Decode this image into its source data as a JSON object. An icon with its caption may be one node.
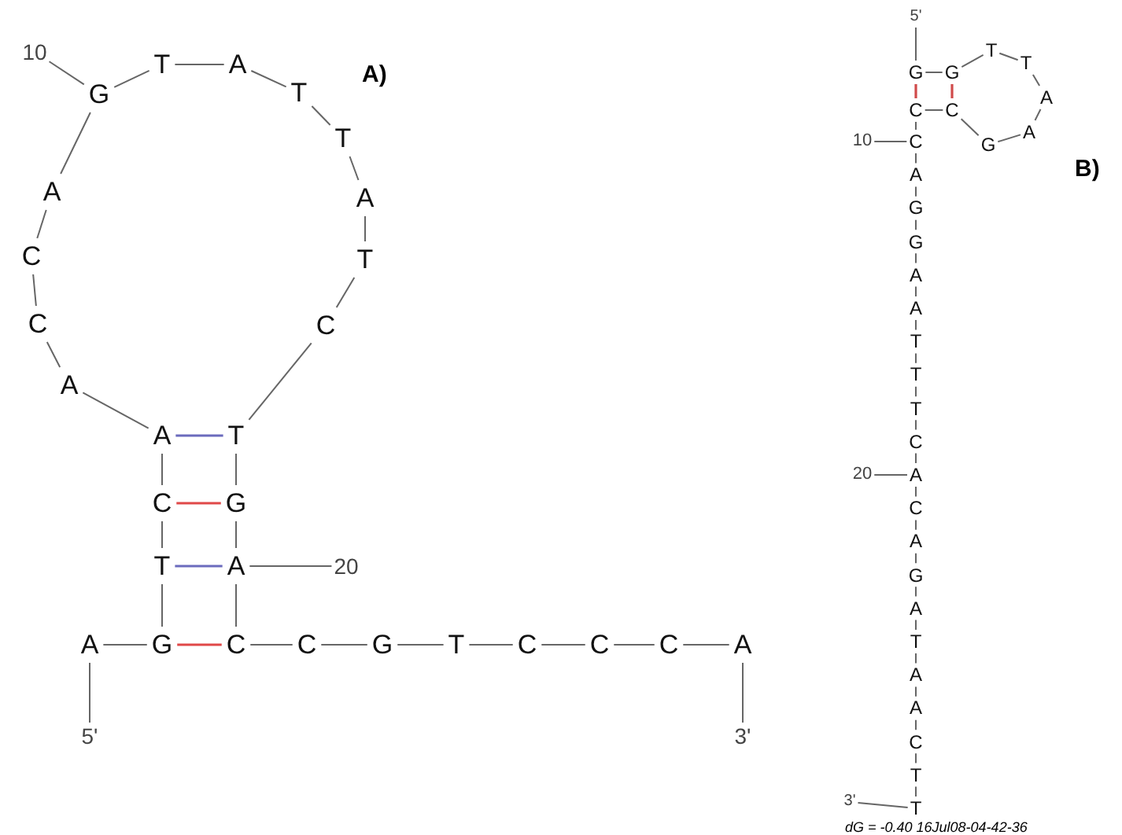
{
  "diagram": {
    "nodes": [
      {
        "text": [
          "A"
        ]
      },
      {
        "text": [
          "G"
        ]
      },
      {
        "text": [
          "T"
        ]
      },
      {
        "text": [
          "C"
        ]
      },
      {
        "text": [
          "A"
        ]
      },
      {
        "text": [
          "A"
        ]
      },
      {
        "text": [
          "C"
        ]
      },
      {
        "text": [
          "C"
        ]
      },
      {
        "text": [
          "A"
        ]
      },
      {
        "text": [
          "G"
        ]
      },
      {
        "text": [
          "T"
        ]
      },
      {
        "text": [
          "A"
        ]
      },
      {
        "text": [
          "T"
        ]
      },
      {
        "text": [
          "T"
        ]
      },
      {
        "text": [
          "A"
        ]
      },
      {
        "text": [
          "T"
        ]
      },
      {
        "text": [
          "C"
        ]
      },
      {
        "text": [
          "T"
        ]
      },
      {
        "text": [
          "G"
        ]
      },
      {
        "text": [
          "A"
        ]
      },
      {
        "text": [
          "C"
        ]
      },
      {
        "text": [
          "C"
        ]
      },
      {
        "text": [
          "G"
        ]
      },
      {
        "text": [
          "T"
        ]
      },
      {
        "text": [
          "C"
        ]
      },
      {
        "text": [
          "C"
        ]
      },
      {
        "text": [
          "C"
        ]
      },
      {
        "text": [
          "A"
        ]
      },
      {
        "text": [
          "10"
        ]
      },
      {
        "text": [
          "20"
        ]
      },
      {
        "text": [
          "5'"
        ]
      },
      {
        "text": [
          "3'"
        ]
      },
      {
        "text": [
          "G"
        ]
      },
      {
        "text": [
          "G"
        ]
      },
      {
        "text": [
          "T"
        ]
      },
      {
        "text": [
          "T"
        ]
      },
      {
        "text": [
          "A"
        ]
      },
      {
        "text": [
          "A"
        ]
      },
      {
        "text": [
          "G"
        ]
      },
      {
        "text": [
          "C"
        ]
      },
      {
        "text": [
          "C"
        ]
      },
      {
        "text": [
          "C"
        ]
      },
      {
        "text": [
          "A"
        ]
      },
      {
        "text": [
          "G"
        ]
      },
      {
        "text": [
          "G"
        ]
      },
      {
        "text": [
          "A"
        ]
      },
      {
        "text": [
          "A"
        ]
      },
      {
        "text": [
          "T"
        ]
      },
      {
        "text": [
          "T"
        ]
      },
      {
        "text": [
          "T"
        ]
      },
      {
        "text": [
          "C"
        ]
      },
      {
        "text": [
          "A"
        ]
      },
      {
        "text": [
          "C"
        ]
      },
      {
        "text": [
          "A"
        ]
      },
      {
        "text": [
          "G"
        ]
      },
      {
        "text": [
          "A"
        ]
      },
      {
        "text": [
          "T"
        ]
      },
      {
        "text": [
          "A"
        ]
      },
      {
        "text": [
          "A"
        ]
      },
      {
        "text": [
          "C"
        ]
      },
      {
        "text": [
          "T"
        ]
      },
      {
        "text": [
          "T"
        ]
      },
      {
        "text": [
          "5'"
        ]
      },
      {
        "text": [
          "10"
        ]
      },
      {
        "text": [
          "20"
        ]
      },
      {
        "text": [
          "3'"
        ]
      }
    ],
    "edges": [
      {
        "from": 0,
        "to": 1,
        "arrow": "none"
      },
      {
        "from": 1,
        "to": 2,
        "arrow": "none"
      },
      {
        "from": 2,
        "to": 3,
        "arrow": "none"
      },
      {
        "from": 3,
        "to": 4,
        "arrow": "none"
      },
      {
        "from": 4,
        "to": 5,
        "arrow": "none"
      },
      {
        "from": 5,
        "to": 6,
        "arrow": "none"
      },
      {
        "from": 6,
        "to": 7,
        "arrow": "none"
      },
      {
        "from": 7,
        "to": 8,
        "arrow": "none"
      },
      {
        "from": 8,
        "to": 9,
        "arrow": "none"
      },
      {
        "from": 9,
        "to": 10,
        "arrow": "none"
      },
      {
        "from": 10,
        "to": 11,
        "arrow": "none"
      },
      {
        "from": 11,
        "to": 12,
        "arrow": "none"
      },
      {
        "from": 12,
        "to": 13,
        "arrow": "none"
      },
      {
        "from": 13,
        "to": 14,
        "arrow": "none"
      },
      {
        "from": 14,
        "to": 15,
        "arrow": "none"
      },
      {
        "from": 15,
        "to": 16,
        "arrow": "none"
      },
      {
        "from": 16,
        "to": 17,
        "arrow": "none"
      },
      {
        "from": 17,
        "to": 18,
        "arrow": "none"
      },
      {
        "from": 18,
        "to": 19,
        "arrow": "none"
      },
      {
        "from": 19,
        "to": 20,
        "arrow": "none"
      },
      {
        "from": 20,
        "to": 21,
        "arrow": "none"
      },
      {
        "from": 21,
        "to": 22,
        "arrow": "none"
      },
      {
        "from": 22,
        "to": 23,
        "arrow": "none"
      },
      {
        "from": 23,
        "to": 24,
        "arrow": "none"
      },
      {
        "from": 24,
        "to": 25,
        "arrow": "none"
      },
      {
        "from": 25,
        "to": 26,
        "arrow": "none"
      },
      {
        "from": 26,
        "to": 27,
        "arrow": "none"
      },
      {
        "from": 4,
        "to": 17,
        "arrow": "none",
        "color": "#6b6bbd"
      },
      {
        "from": 3,
        "to": 18,
        "arrow": "none",
        "color": "#e04848"
      },
      {
        "from": 2,
        "to": 19,
        "arrow": "none",
        "color": "#6b6bbd"
      },
      {
        "from": 1,
        "to": 20,
        "arrow": "none",
        "color": "#e04848"
      },
      {
        "from": 28,
        "to": 9,
        "arrow": "none"
      },
      {
        "from": 29,
        "to": 19,
        "arrow": "none"
      },
      {
        "from": 30,
        "to": 0,
        "arrow": "none"
      },
      {
        "from": 31,
        "to": 27,
        "arrow": "none"
      },
      {
        "from": 32,
        "to": 33,
        "arrow": "none"
      },
      {
        "from": 33,
        "to": 34,
        "arrow": "none"
      },
      {
        "from": 34,
        "to": 35,
        "arrow": "none"
      },
      {
        "from": 35,
        "to": 36,
        "arrow": "none"
      },
      {
        "from": 36,
        "to": 37,
        "arrow": "none"
      },
      {
        "from": 37,
        "to": 38,
        "arrow": "none"
      },
      {
        "from": 38,
        "to": 39,
        "arrow": "none"
      },
      {
        "from": 39,
        "to": 40,
        "arrow": "none"
      },
      {
        "from": 40,
        "to": 41,
        "arrow": "none"
      },
      {
        "from": 41,
        "to": 42,
        "arrow": "none"
      },
      {
        "from": 42,
        "to": 43,
        "arrow": "none"
      },
      {
        "from": 43,
        "to": 44,
        "arrow": "none"
      },
      {
        "from": 44,
        "to": 45,
        "arrow": "none"
      },
      {
        "from": 45,
        "to": 46,
        "arrow": "none"
      },
      {
        "from": 46,
        "to": 47,
        "arrow": "none"
      },
      {
        "from": 47,
        "to": 48,
        "arrow": "none"
      },
      {
        "from": 48,
        "to": 49,
        "arrow": "none"
      },
      {
        "from": 49,
        "to": 50,
        "arrow": "none"
      },
      {
        "from": 50,
        "to": 51,
        "arrow": "none"
      },
      {
        "from": 51,
        "to": 52,
        "arrow": "none"
      },
      {
        "from": 52,
        "to": 53,
        "arrow": "none"
      },
      {
        "from": 53,
        "to": 54,
        "arrow": "none"
      },
      {
        "from": 54,
        "to": 55,
        "arrow": "none"
      },
      {
        "from": 55,
        "to": 56,
        "arrow": "none"
      },
      {
        "from": 56,
        "to": 57,
        "arrow": "none"
      },
      {
        "from": 57,
        "to": 58,
        "arrow": "none"
      },
      {
        "from": 58,
        "to": 59,
        "arrow": "none"
      },
      {
        "from": 59,
        "to": 60,
        "arrow": "none"
      },
      {
        "from": 60,
        "to": 61,
        "arrow": "none"
      },
      {
        "from": 32,
        "to": 40,
        "arrow": "none",
        "color": "#d04a4a"
      },
      {
        "from": 33,
        "to": 39,
        "arrow": "none",
        "color": "#d04a4a"
      },
      {
        "from": 62,
        "to": 32,
        "arrow": "none"
      },
      {
        "from": 63,
        "to": 41,
        "arrow": "none"
      },
      {
        "from": 64,
        "to": 51,
        "arrow": "none"
      },
      {
        "from": 65,
        "to": 61,
        "arrow": "none"
      }
    ],
    "labels": [
      "A)",
      "B)",
      "dG = -0.40 16Jul08-04-42-36"
    ]
  }
}
